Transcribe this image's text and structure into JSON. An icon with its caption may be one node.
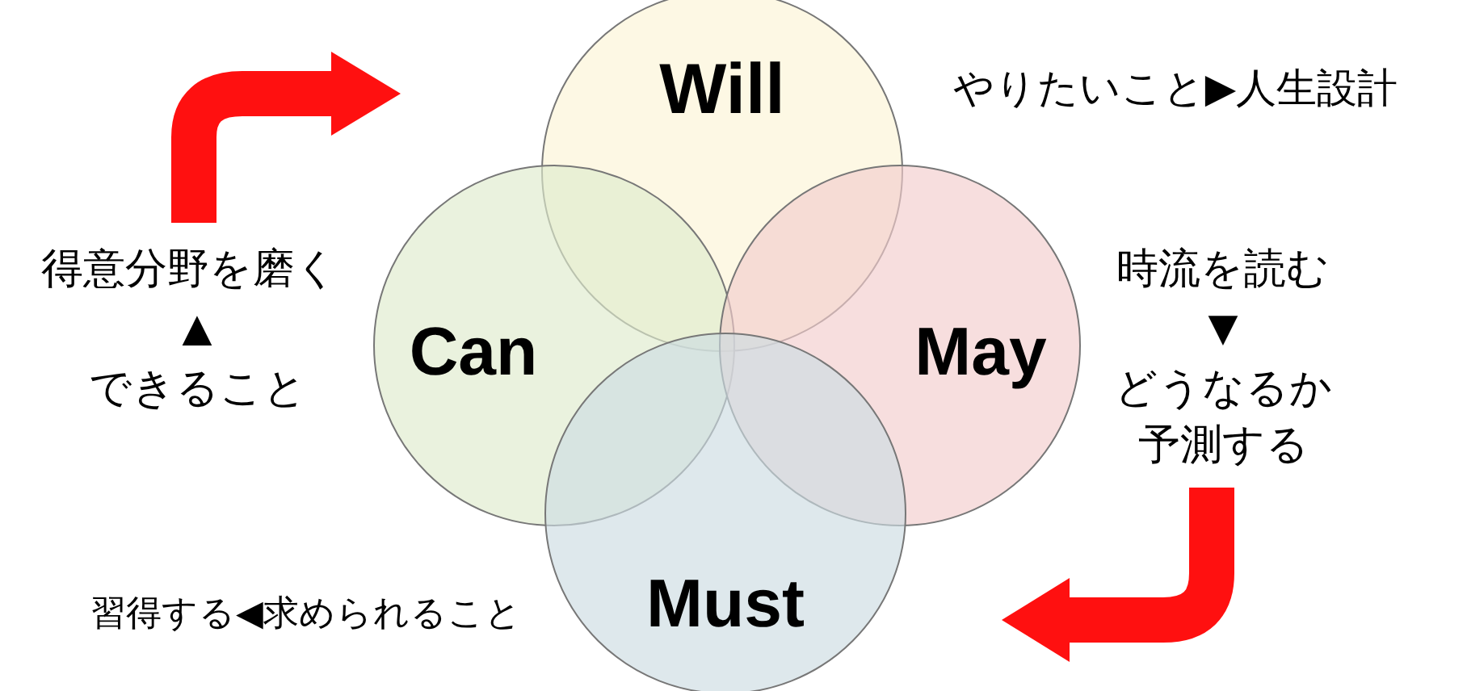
{
  "diagram": {
    "nodes": [
      {
        "text": [
          "Will"
        ],
        "beside": [
          "やりたいこと▶人生設計"
        ]
      },
      {
        "text": [
          "Can"
        ],
        "beside": [
          "得意分野を磨く",
          "▲",
          "できること"
        ]
      },
      {
        "text": [
          "May"
        ],
        "beside": [
          "時流を読む",
          "▼",
          "どうなるか予測する"
        ]
      },
      {
        "text": [
          "Must"
        ],
        "beside": [
          "習得する◀求められること"
        ]
      }
    ],
    "edges": []
  }
}
